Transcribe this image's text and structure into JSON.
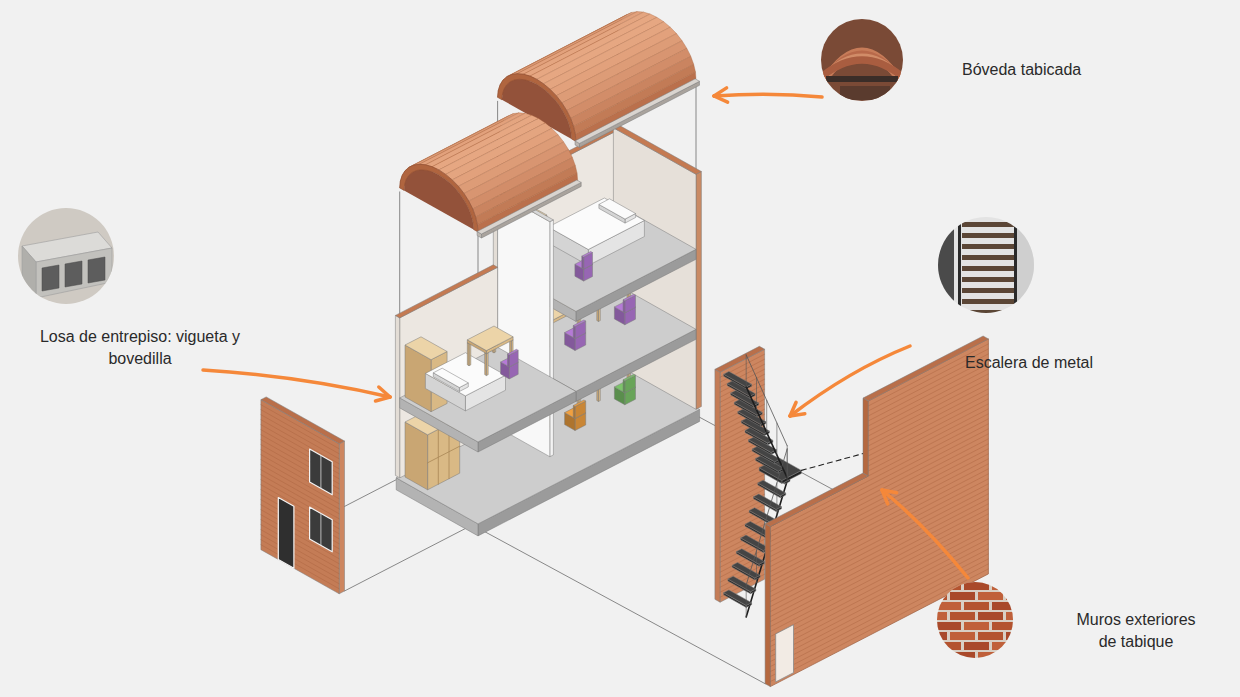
{
  "diagram": {
    "labels": [
      "Bóveda tabicada",
      "Losa de entrepiso: vigueta y bovedilla",
      "Escalera de metal",
      "Muros exteriores de tabique"
    ]
  }
}
